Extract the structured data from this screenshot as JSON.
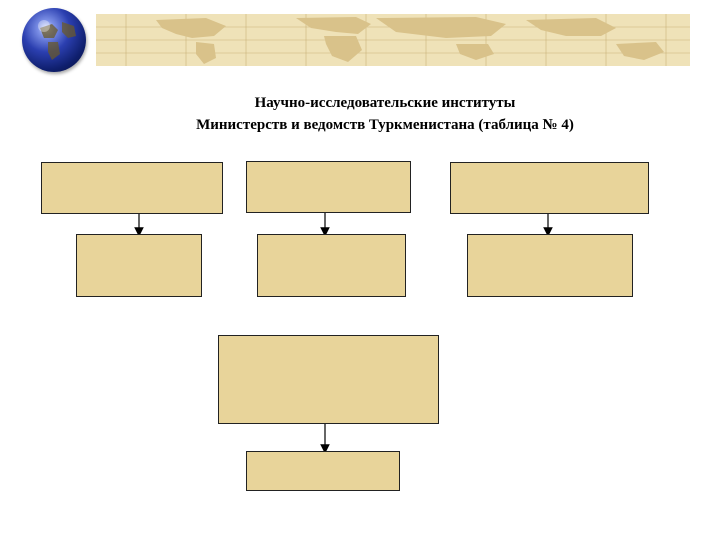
{
  "header": {
    "title_line_1": "Научно-исследовательские институты",
    "title_line_2": "Министерств и ведомств Туркменистана (таблица № 4)"
  },
  "decor": {
    "banner_icon": "world-map",
    "logo_icon": "globe-icon"
  },
  "colors": {
    "box_fill": "#e8d49a",
    "box_border": "#222222",
    "banner_fill": "#efe2b8",
    "map_land": "#d9c28a"
  },
  "diagram": {
    "nodes": [
      {
        "id": "top-left",
        "text": ""
      },
      {
        "id": "top-center",
        "text": ""
      },
      {
        "id": "top-right",
        "text": ""
      },
      {
        "id": "mid-left",
        "text": ""
      },
      {
        "id": "mid-center",
        "text": ""
      },
      {
        "id": "mid-right",
        "text": ""
      },
      {
        "id": "lower-center",
        "text": ""
      },
      {
        "id": "bottom-center",
        "text": ""
      }
    ],
    "edges": [
      {
        "from": "top-left",
        "to": "mid-left"
      },
      {
        "from": "top-center",
        "to": "mid-center"
      },
      {
        "from": "top-right",
        "to": "mid-right"
      },
      {
        "from": "lower-center",
        "to": "bottom-center"
      }
    ]
  }
}
